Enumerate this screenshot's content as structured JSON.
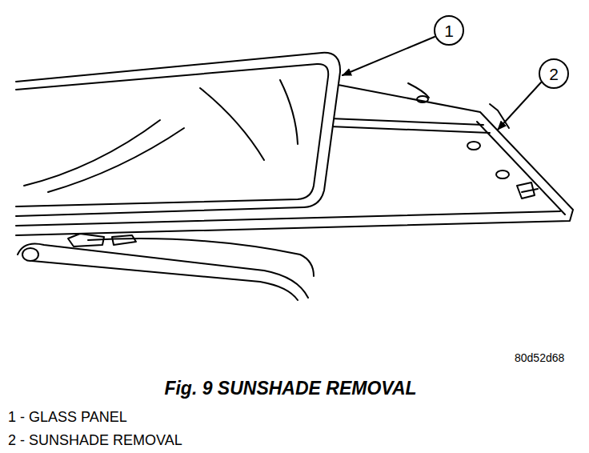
{
  "diagram": {
    "caption": "Fig. 9 SUNSHADE REMOVAL",
    "nodes": [
      {
        "text": [
          "1"
        ]
      },
      {
        "text": [
          "2"
        ]
      }
    ],
    "labels": [
      "80d52d68",
      "1 - GLASS PANEL",
      "2 - SUNSHADE REMOVAL"
    ]
  }
}
